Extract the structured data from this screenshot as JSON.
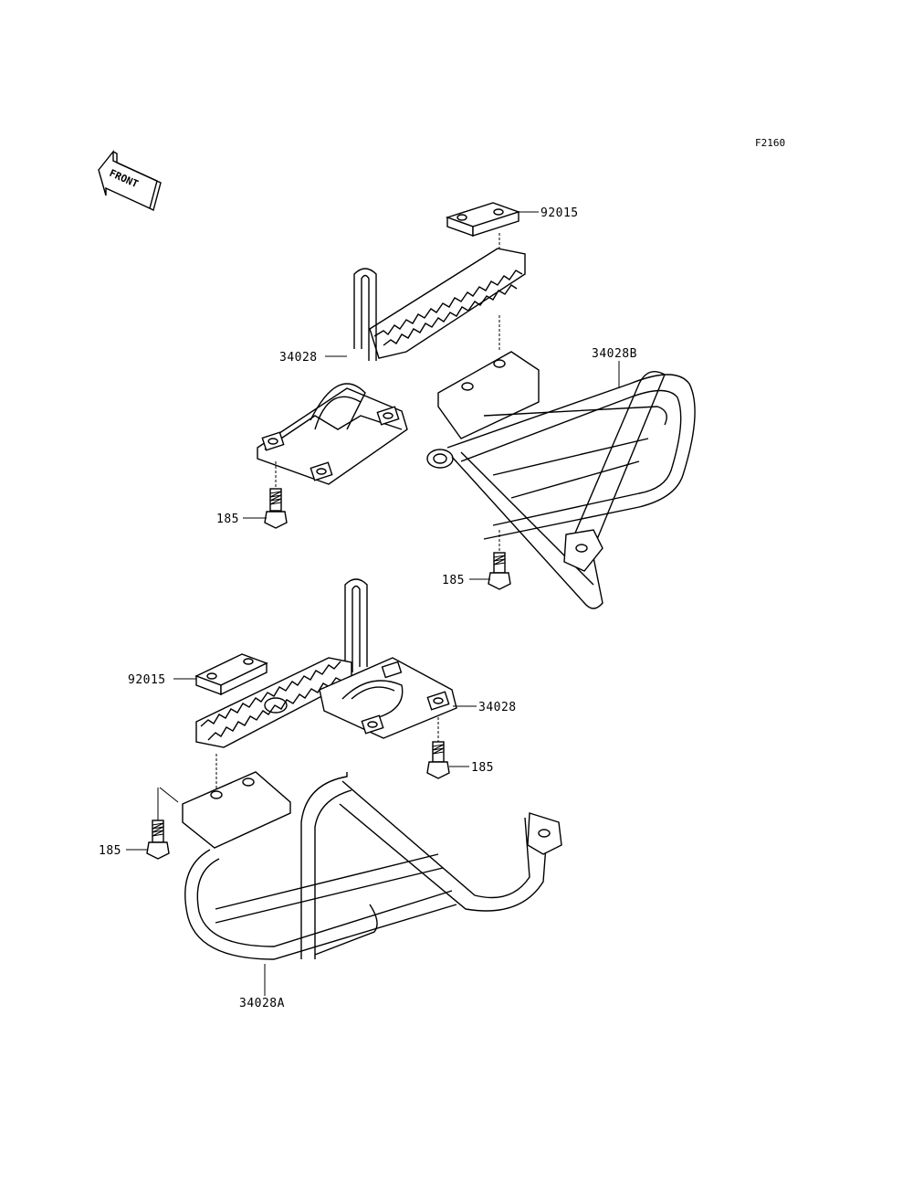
{
  "figure_code": "F2160",
  "front_label": "FRONT",
  "callouts": {
    "upper_pad": "92015",
    "upper_step": "34028",
    "upper_bolt": "185",
    "right_bracket": "34028B",
    "right_bolt": "185",
    "lower_pad": "92015",
    "lower_step": "34028",
    "lower_bolt_right": "185",
    "lower_bolt_left": "185",
    "lower_bracket": "34028A"
  }
}
